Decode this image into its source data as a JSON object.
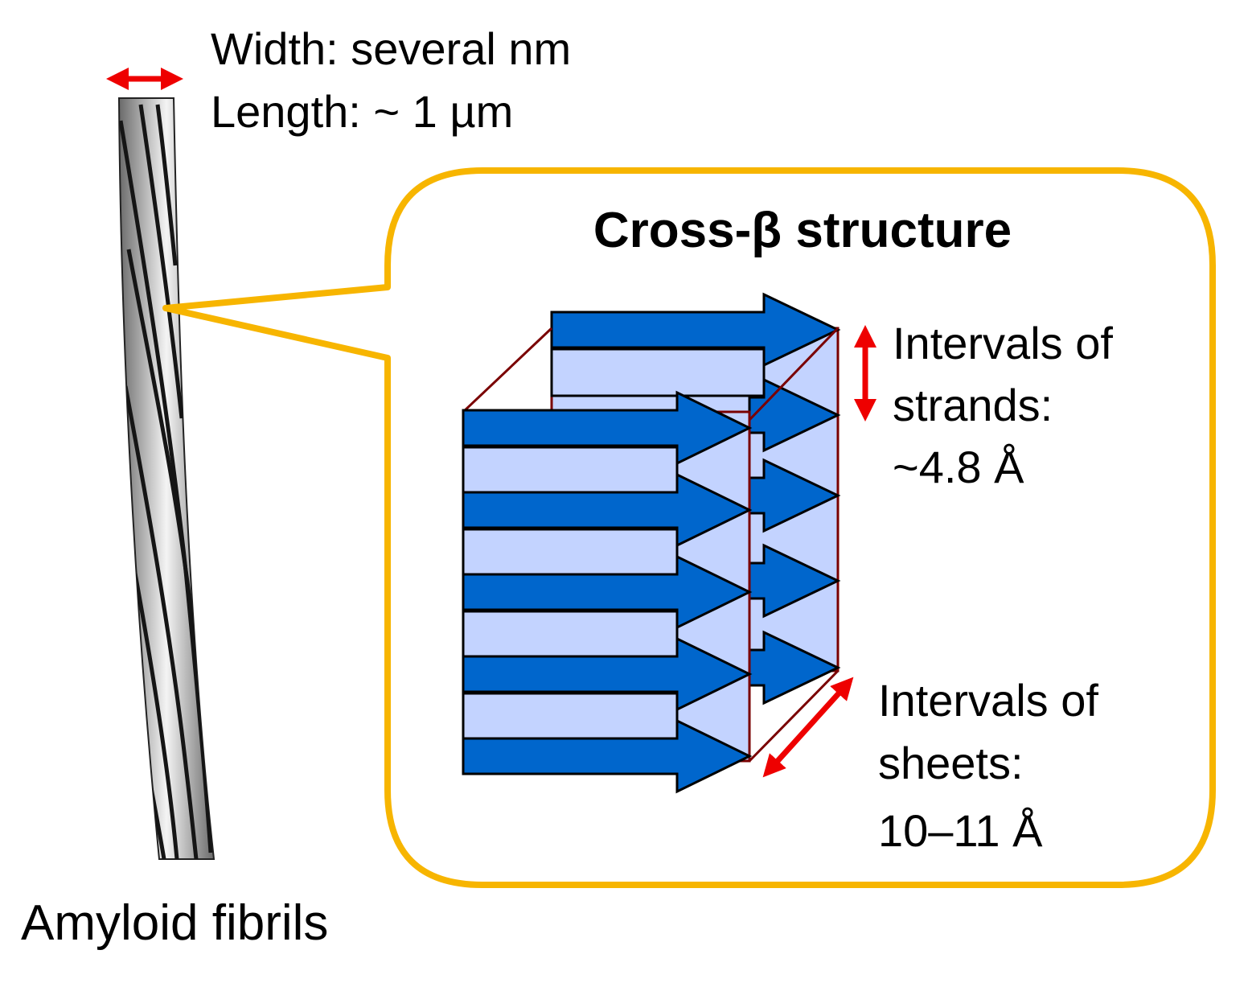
{
  "fibril": {
    "width_label": "Width: several nm",
    "length_label": "Length: ~ 1 µm",
    "caption": "Amyloid fibrils"
  },
  "callout": {
    "title": "Cross-β structure",
    "strand_interval": [
      "Intervals of",
      "strands:",
      "~4.8 Å"
    ],
    "sheet_interval": [
      "Intervals of",
      "sheets:",
      "10–11 Å"
    ]
  },
  "colors": {
    "callout_border": "#f7b500",
    "arrow_dark": "#0066cc",
    "arrow_light": "#c3d3ff",
    "box_edge": "#7a0000",
    "measure_arrow": "#ee0000"
  }
}
